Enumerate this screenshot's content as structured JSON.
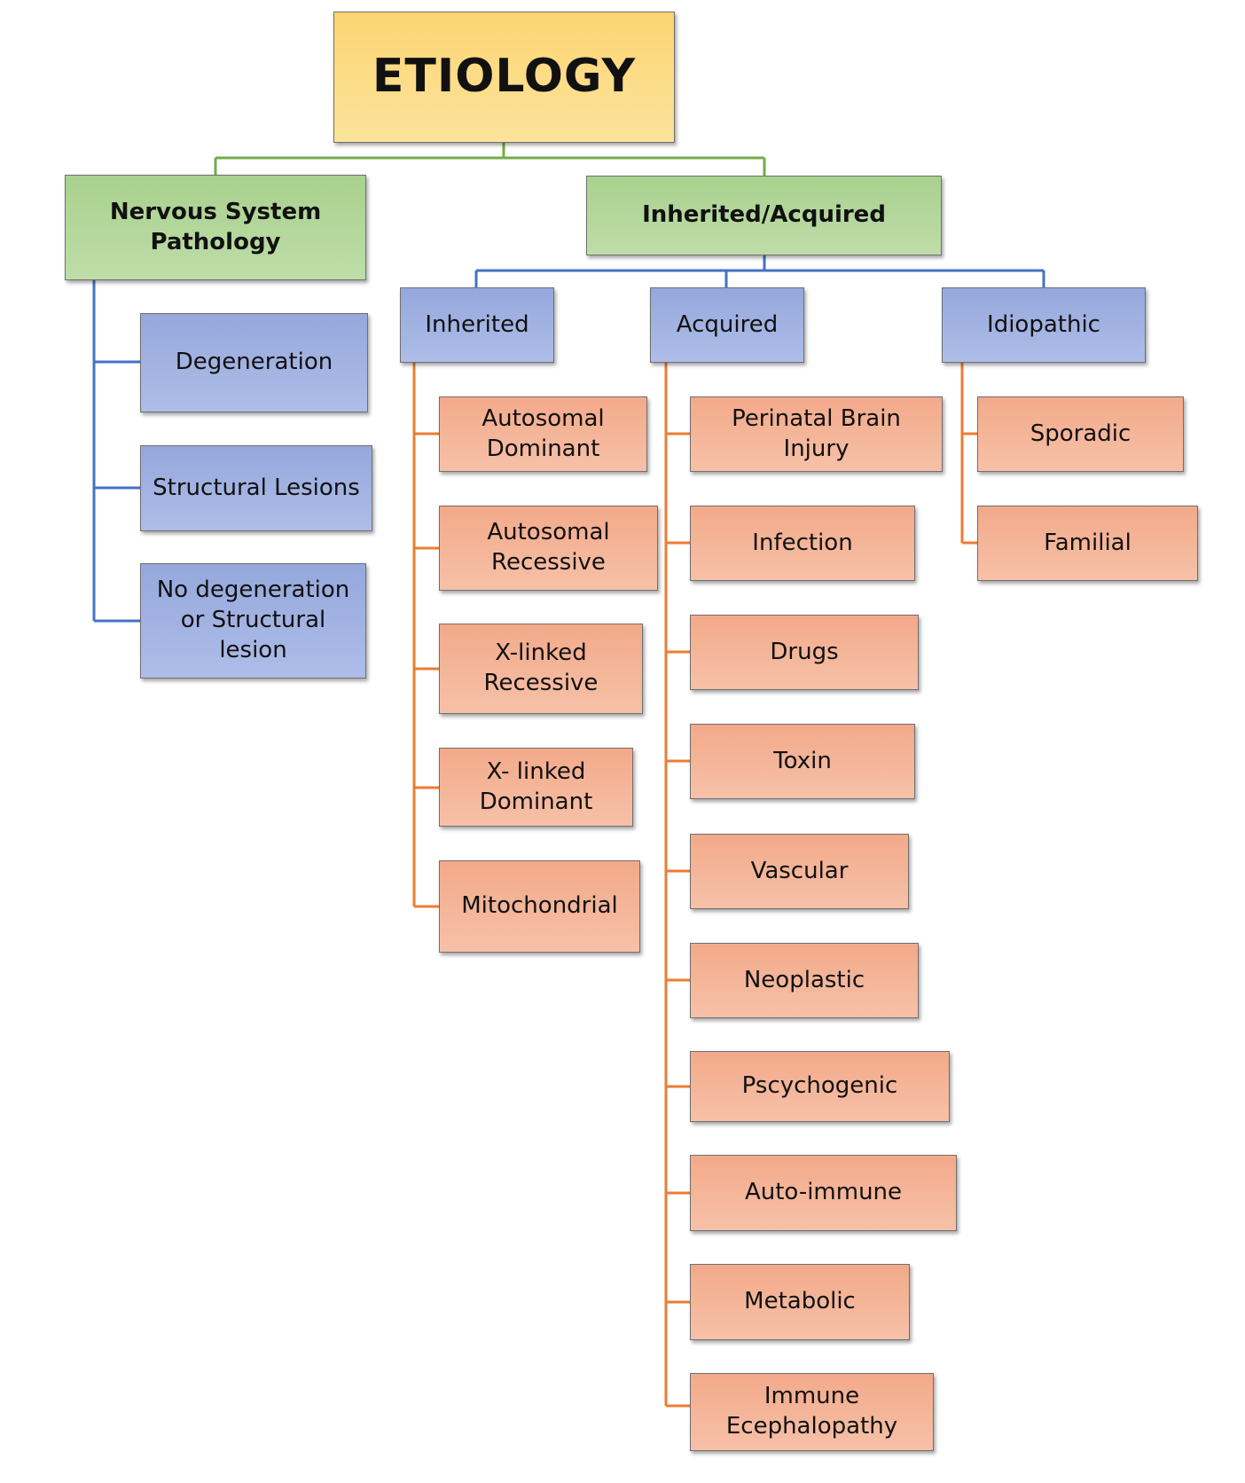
{
  "diagram": {
    "root": {
      "label": "ETIOLOGY"
    },
    "level1": {
      "nervous_system": "Nervous System\nPathology",
      "inherited_acquired": "Inherited/Acquired"
    },
    "nervous_system_children": [
      "Degeneration",
      "Structural Lesions",
      "No degeneration\nor Structural lesion"
    ],
    "categories": {
      "inherited": "Inherited",
      "acquired": "Acquired",
      "idiopathic": "Idiopathic"
    },
    "inherited_children": [
      "Autosomal\nDominant",
      "Autosomal\nRecessive",
      "X-linked\nRecessive",
      "X- linked\nDominant",
      "Mitochondrial"
    ],
    "acquired_children": [
      "Perinatal Brain Injury",
      "Infection",
      "Drugs",
      "Toxin",
      "Vascular",
      "Neoplastic",
      "Pscychogenic",
      "Auto-immune",
      "Metabolic",
      "Immune\nEcephalopathy"
    ],
    "idiopathic_children": [
      "Sporadic",
      "Familial"
    ],
    "colors": {
      "root_fill": "#fcd573",
      "level1_fill": "#a9d18e",
      "category_fill": "#95a8dc",
      "leaf_fill": "#f3a98a",
      "green_connector": "#70ad47",
      "blue_connector": "#4472c4",
      "orange_connector": "#ed7d31"
    }
  }
}
